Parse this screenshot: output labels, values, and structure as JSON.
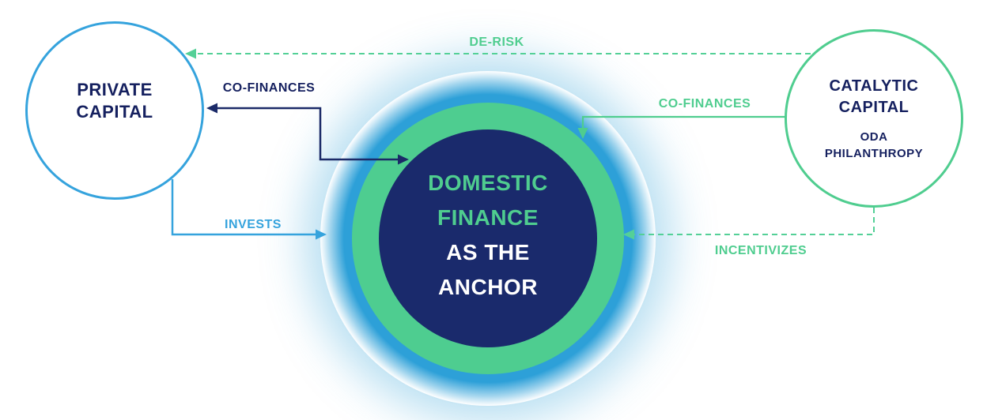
{
  "diagram": {
    "nodes": {
      "private_capital": {
        "line1": "PRIVATE",
        "line2": "CAPITAL"
      },
      "catalytic_capital": {
        "line1": "CATALYTIC",
        "line2": "CAPITAL",
        "sub1": "ODA",
        "sub2": "PHILANTHROPY"
      },
      "domestic_finance": {
        "line1": "DOMESTIC",
        "line2": "FINANCE",
        "line3": "AS THE",
        "line4": "ANCHOR"
      }
    },
    "arrows": {
      "derisk_label": "DE-RISK",
      "cofinances_private_label": "CO-FINANCES",
      "invests_label": "INVESTS",
      "cofinances_catalytic_label": "CO-FINANCES",
      "incentivizes_label": "INCENTIVIZES"
    },
    "colors": {
      "blue": "#35a3dd",
      "navy": "#15205f",
      "green": "#4fcd8f",
      "blue_ring": "#2da0d8",
      "green_ring": "#4ecd90",
      "center_fill": "#1a2a6c"
    }
  }
}
